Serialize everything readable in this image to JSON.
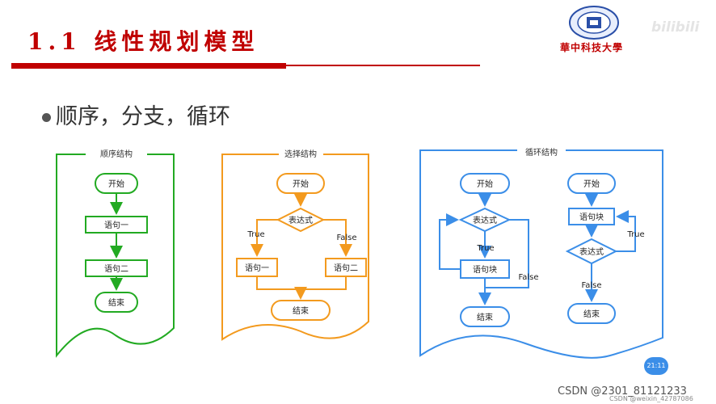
{
  "slide": {
    "title": "1.1 线性规划模型",
    "university": "華中科技大學",
    "bullet": "顺序，分支，循环",
    "page_badge": "21:11"
  },
  "watermarks": {
    "bilibili": "bilibili",
    "csdn": "CSDN @2301_81121233",
    "csdn_small": "CSDN @weixin_42787086"
  },
  "colors": {
    "title_red": "#c00000",
    "sequence_green": "#22aa22",
    "selection_orange": "#f39a1e",
    "loop_blue": "#3b8ee8"
  },
  "diagrams": {
    "sequence": {
      "title": "顺序结构",
      "start": "开始",
      "step1": "语句一",
      "step2": "语句二",
      "end": "结束"
    },
    "selection": {
      "title": "选择结构",
      "start": "开始",
      "condition": "表达式",
      "true_label": "True",
      "false_label": "False",
      "true_branch": "语句一",
      "false_branch": "语句二",
      "end": "结束"
    },
    "loop": {
      "title": "循环结构",
      "while": {
        "start": "开始",
        "condition": "表达式",
        "true_label": "True",
        "body": "语句块",
        "false_label": "False",
        "end": "结束"
      },
      "do_while": {
        "start": "开始",
        "body": "语句块",
        "condition": "表达式",
        "true_label": "True",
        "false_label": "False",
        "end": "结束"
      }
    }
  }
}
